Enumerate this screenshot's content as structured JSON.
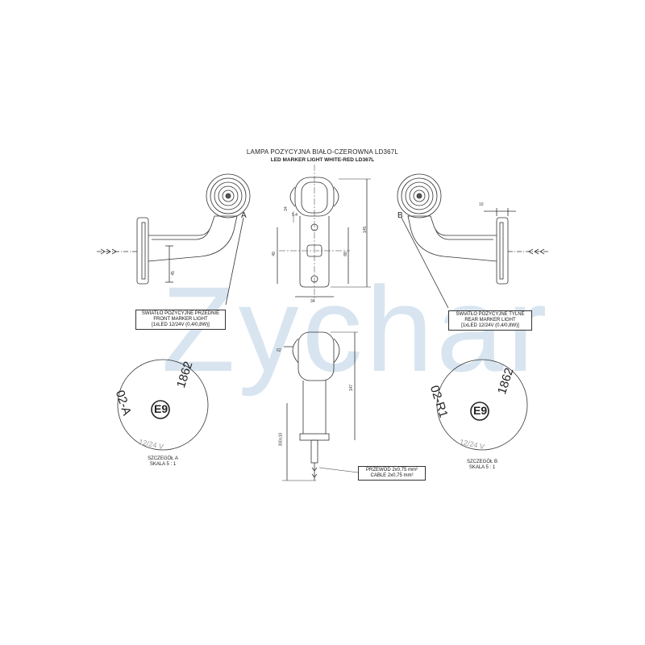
{
  "title_pl": "LAMPA POZYCYJNA BIAŁO-CZEROWNA LD367L",
  "title_en": "LED MARKER LIGHT WHITE-RED LD367L",
  "label_a": "A",
  "label_b": "B",
  "front": {
    "line1": "ŚWIATŁO POZYCYJNE PRZEDNIE",
    "line2": "FRONT MARKER LIGHT",
    "line3": "[1xLED 12/24V (0,4/0,8W)]"
  },
  "rear": {
    "line1": "ŚWIATŁO POZYCYJNE TYLNE",
    "line2": "REAR MARKER LIGHT",
    "line3": "[1xLED 12/24V (0,4/0,8W)]"
  },
  "detail_a": {
    "code": "02-A",
    "mark": "E9",
    "number": "1862",
    "voltage": "12/24 V",
    "caption1": "SZCZEGÓŁ A",
    "caption2": "SKALA 5 : 1"
  },
  "detail_b": {
    "code": "02-R1",
    "mark": "E9",
    "number": "1862",
    "voltage": "12/24 V",
    "caption1": "SZCZEGÓŁ B",
    "caption2": "SKALA 5 : 1"
  },
  "cable": {
    "line1": "PRZEWÓD 2x0,75 mm²",
    "line2": "CABLE 2x0,75 mm²"
  },
  "dims": {
    "d145": "145",
    "d88": "88",
    "d49": "49",
    "d45": "45",
    "d10": "10",
    "d34": "34",
    "d62": "62",
    "d147": "147",
    "d300": "300±10",
    "d24": "24",
    "d54": "5.4"
  },
  "watermark": "Zychar",
  "colors": {
    "line": "#333333",
    "watermark": "#aac7df"
  }
}
